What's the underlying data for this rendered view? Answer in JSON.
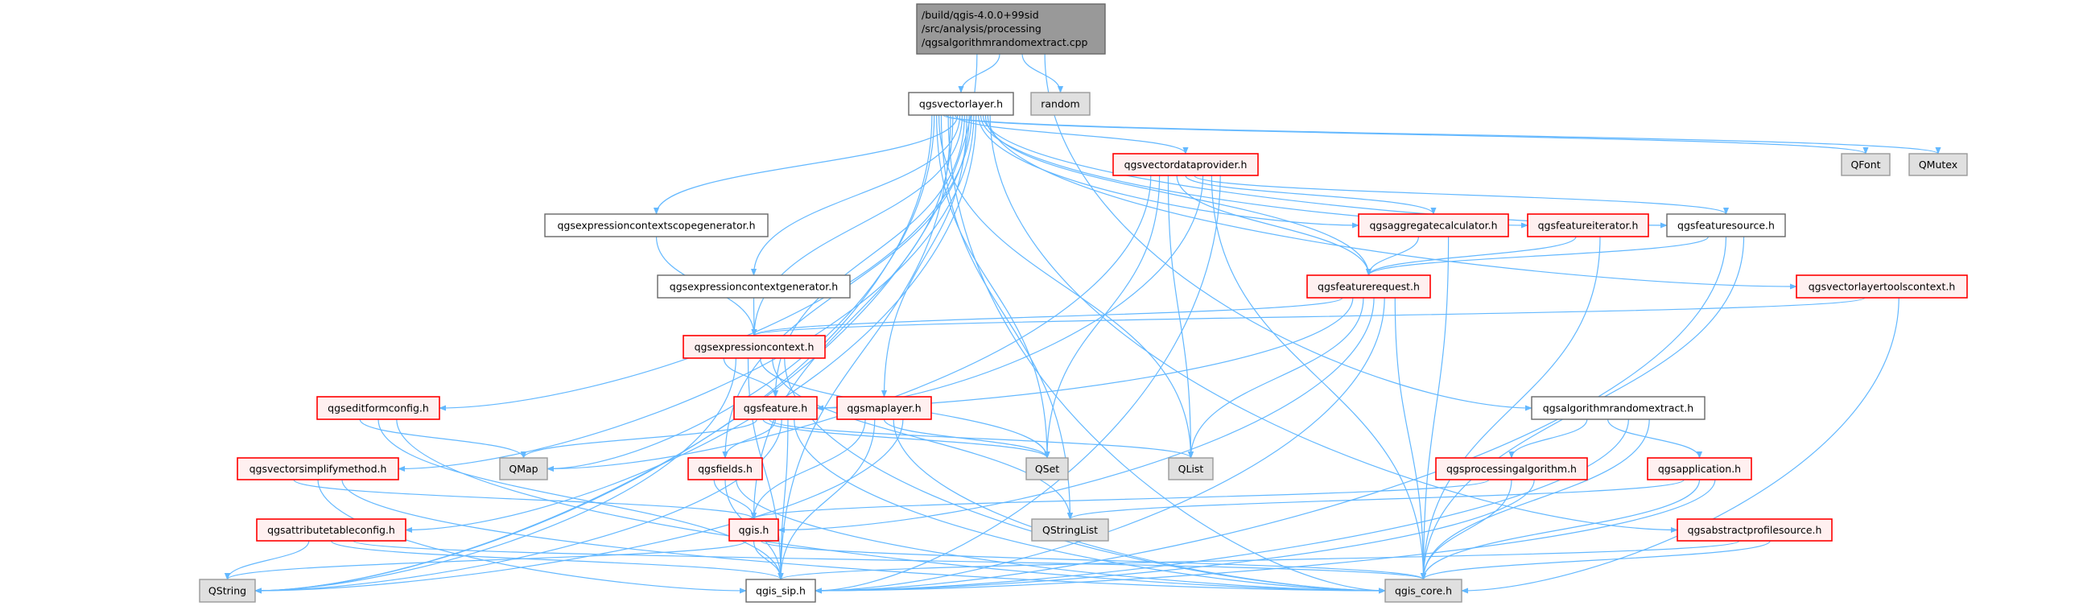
{
  "graph": {
    "colors": {
      "edge": "#63b8ff",
      "root_fill": "#999999",
      "root_border": "#666666",
      "red_fill": "#fff0f0",
      "red_border": "#ff0000",
      "gray_fill": "#e0e0e0",
      "gray_border": "#999999",
      "plain_fill": "#ffffff",
      "plain_border": "#666666"
    },
    "nodes": [
      {
        "id": "root",
        "kind": "root",
        "lines": [
          "/build/qgis-4.0.0+99sid",
          "/src/analysis/processing",
          "/qgsalgorithmrandomextract.cpp"
        ]
      },
      {
        "id": "vectorlayer",
        "kind": "plain",
        "label": "qgsvectorlayer.h"
      },
      {
        "id": "random",
        "kind": "gray",
        "label": "random"
      },
      {
        "id": "vectordataprovider",
        "kind": "red",
        "label": "qgsvectordataprovider.h"
      },
      {
        "id": "QFont",
        "kind": "gray",
        "label": "QFont"
      },
      {
        "id": "QMutex",
        "kind": "gray",
        "label": "QMutex"
      },
      {
        "id": "scopegenerator",
        "kind": "plain",
        "label": "qgsexpressioncontextscopegenerator.h"
      },
      {
        "id": "aggregatecalculator",
        "kind": "red",
        "label": "qgsaggregatecalculator.h"
      },
      {
        "id": "featureiterator",
        "kind": "red",
        "label": "qgsfeatureiterator.h"
      },
      {
        "id": "featuresource",
        "kind": "plain",
        "label": "qgsfeaturesource.h"
      },
      {
        "id": "contextgenerator",
        "kind": "plain",
        "label": "qgsexpressioncontextgenerator.h"
      },
      {
        "id": "featurerequest",
        "kind": "red",
        "label": "qgsfeaturerequest.h"
      },
      {
        "id": "vectorlayertoolscontext",
        "kind": "red",
        "label": "qgsvectorlayertoolscontext.h"
      },
      {
        "id": "expressioncontext",
        "kind": "red",
        "label": "qgsexpressioncontext.h"
      },
      {
        "id": "editformconfig",
        "kind": "red",
        "label": "qgseditformconfig.h"
      },
      {
        "id": "feature",
        "kind": "red",
        "label": "qgsfeature.h"
      },
      {
        "id": "maplayer",
        "kind": "red",
        "label": "qgsmaplayer.h"
      },
      {
        "id": "algorithmrandomextract",
        "kind": "plain",
        "label": "qgsalgorithmrandomextract.h"
      },
      {
        "id": "vectorsimplifymethod",
        "kind": "red",
        "label": "qgsvectorsimplifymethod.h"
      },
      {
        "id": "QMap",
        "kind": "gray",
        "label": "QMap"
      },
      {
        "id": "fields",
        "kind": "red",
        "label": "qgsfields.h"
      },
      {
        "id": "QSet",
        "kind": "gray",
        "label": "QSet"
      },
      {
        "id": "QList",
        "kind": "gray",
        "label": "QList"
      },
      {
        "id": "processingalgorithm",
        "kind": "red",
        "label": "qgsprocessingalgorithm.h"
      },
      {
        "id": "application",
        "kind": "red",
        "label": "qgsapplication.h"
      },
      {
        "id": "attributetableconfig",
        "kind": "red",
        "label": "qgsattributetableconfig.h"
      },
      {
        "id": "qgis",
        "kind": "red",
        "label": "qgis.h"
      },
      {
        "id": "QStringList",
        "kind": "gray",
        "label": "QStringList"
      },
      {
        "id": "abstractprofilesource",
        "kind": "red",
        "label": "qgsabstractprofilesource.h"
      },
      {
        "id": "QString",
        "kind": "gray",
        "label": "QString"
      },
      {
        "id": "qgis_sip",
        "kind": "plain",
        "label": "qgis_sip.h"
      },
      {
        "id": "qgis_core",
        "kind": "gray",
        "label": "qgis_core.h"
      }
    ],
    "edges": [
      [
        "root",
        "QString"
      ],
      [
        "root",
        "vectorlayer"
      ],
      [
        "root",
        "random"
      ],
      [
        "root",
        "algorithmrandomextract"
      ],
      [
        "vectorlayer",
        "QString"
      ],
      [
        "vectorlayer",
        "QMap"
      ],
      [
        "vectorlayer",
        "QSet"
      ],
      [
        "vectorlayer",
        "QList"
      ],
      [
        "vectorlayer",
        "QStringList"
      ],
      [
        "vectorlayer",
        "QFont"
      ],
      [
        "vectorlayer",
        "QMutex"
      ],
      [
        "vectorlayer",
        "qgis_core"
      ],
      [
        "vectorlayer",
        "qgis_sip"
      ],
      [
        "vectorlayer",
        "qgis"
      ],
      [
        "vectorlayer",
        "vectordataprovider"
      ],
      [
        "vectorlayer",
        "scopegenerator"
      ],
      [
        "vectorlayer",
        "contextgenerator"
      ],
      [
        "vectorlayer",
        "expressioncontext"
      ],
      [
        "vectorlayer",
        "feature"
      ],
      [
        "vectorlayer",
        "maplayer"
      ],
      [
        "vectorlayer",
        "fields"
      ],
      [
        "vectorlayer",
        "editformconfig"
      ],
      [
        "vectorlayer",
        "vectorsimplifymethod"
      ],
      [
        "vectorlayer",
        "attributetableconfig"
      ],
      [
        "vectorlayer",
        "aggregatecalculator"
      ],
      [
        "vectorlayer",
        "featureiterator"
      ],
      [
        "vectorlayer",
        "featuresource"
      ],
      [
        "vectorlayer",
        "featurerequest"
      ],
      [
        "vectorlayer",
        "vectorlayertoolscontext"
      ],
      [
        "vectorlayer",
        "abstractprofilesource"
      ],
      [
        "vectordataprovider",
        "QMap"
      ],
      [
        "vectordataprovider",
        "QSet"
      ],
      [
        "vectordataprovider",
        "QList"
      ],
      [
        "vectordataprovider",
        "featurerequest"
      ],
      [
        "vectordataprovider",
        "aggregatecalculator"
      ],
      [
        "vectordataprovider",
        "featuresource"
      ],
      [
        "vectordataprovider",
        "feature"
      ],
      [
        "vectordataprovider",
        "qgis_core"
      ],
      [
        "vectordataprovider",
        "qgis_sip"
      ],
      [
        "scopegenerator",
        "expressioncontext"
      ],
      [
        "contextgenerator",
        "expressioncontext"
      ],
      [
        "aggregatecalculator",
        "featurerequest"
      ],
      [
        "aggregatecalculator",
        "qgis_core"
      ],
      [
        "featureiterator",
        "featurerequest"
      ],
      [
        "featureiterator",
        "qgis_core"
      ],
      [
        "featuresource",
        "featurerequest"
      ],
      [
        "featuresource",
        "qgis_sip"
      ],
      [
        "featuresource",
        "qgis_core"
      ],
      [
        "featurerequest",
        "expressioncontext"
      ],
      [
        "featurerequest",
        "feature"
      ],
      [
        "featurerequest",
        "QList"
      ],
      [
        "featurerequest",
        "qgis"
      ],
      [
        "featurerequest",
        "qgis_sip"
      ],
      [
        "featurerequest",
        "qgis_core"
      ],
      [
        "vectorlayertoolscontext",
        "expressioncontext"
      ],
      [
        "vectorlayertoolscontext",
        "qgis_core"
      ],
      [
        "expressioncontext",
        "feature"
      ],
      [
        "expressioncontext",
        "QString"
      ],
      [
        "expressioncontext",
        "qgis_sip"
      ],
      [
        "expressioncontext",
        "QSet"
      ],
      [
        "expressioncontext",
        "QStringList"
      ],
      [
        "expressioncontext",
        "qgis_core"
      ],
      [
        "feature",
        "QMap"
      ],
      [
        "feature",
        "QSet"
      ],
      [
        "feature",
        "QList"
      ],
      [
        "feature",
        "fields"
      ],
      [
        "feature",
        "QString"
      ],
      [
        "feature",
        "qgis_sip"
      ],
      [
        "feature",
        "qgis_core"
      ],
      [
        "maplayer",
        "qgis"
      ],
      [
        "maplayer",
        "qgis_sip"
      ],
      [
        "maplayer",
        "QSet"
      ],
      [
        "maplayer",
        "qgis_core"
      ],
      [
        "maplayer",
        "QString"
      ],
      [
        "editformconfig",
        "QMap"
      ],
      [
        "editformconfig",
        "qgis_sip"
      ],
      [
        "editformconfig",
        "qgis_core"
      ],
      [
        "vectorsimplifymethod",
        "qgis"
      ],
      [
        "vectorsimplifymethod",
        "qgis_sip"
      ],
      [
        "vectorsimplifymethod",
        "qgis_core"
      ],
      [
        "fields",
        "qgis"
      ],
      [
        "fields",
        "qgis_sip"
      ],
      [
        "fields",
        "qgis_core"
      ],
      [
        "attributetableconfig",
        "QString"
      ],
      [
        "attributetableconfig",
        "qgis_sip"
      ],
      [
        "attributetableconfig",
        "qgis_core"
      ],
      [
        "qgis",
        "QString"
      ],
      [
        "qgis",
        "qgis_sip"
      ],
      [
        "qgis",
        "qgis_core"
      ],
      [
        "algorithmrandomextract",
        "processingalgorithm"
      ],
      [
        "algorithmrandomextract",
        "application"
      ],
      [
        "algorithmrandomextract",
        "qgis_sip"
      ],
      [
        "algorithmrandomextract",
        "qgis_core"
      ],
      [
        "processingalgorithm",
        "qgis"
      ],
      [
        "processingalgorithm",
        "qgis_core"
      ],
      [
        "processingalgorithm",
        "qgis_sip"
      ],
      [
        "application",
        "QStringList"
      ],
      [
        "application",
        "qgis_core"
      ],
      [
        "application",
        "qgis_sip"
      ],
      [
        "abstractprofilesource",
        "qgis_sip"
      ],
      [
        "abstractprofilesource",
        "qgis_core"
      ]
    ]
  }
}
